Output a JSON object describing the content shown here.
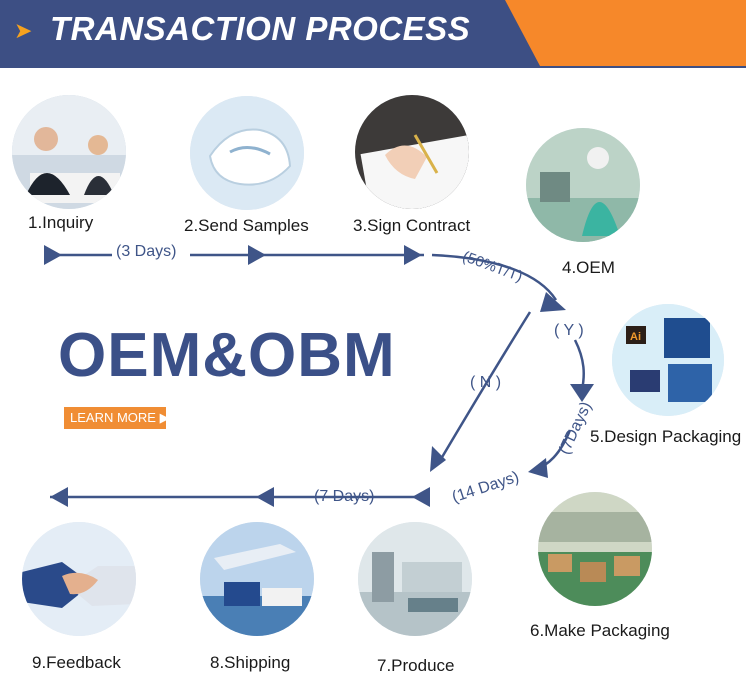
{
  "header": {
    "title": "TRANSACTION PROCESS"
  },
  "main": {
    "title": "OEM&OBM",
    "learn_more": "LEARN MORE ▶"
  },
  "steps": [
    {
      "label": "1.Inquiry"
    },
    {
      "label": "2.Send Samples"
    },
    {
      "label": "3.Sign Contract"
    },
    {
      "label": "4.OEM"
    },
    {
      "label": "5.Design Packaging"
    },
    {
      "label": "6.Make Packaging"
    },
    {
      "label": "7.Produce"
    },
    {
      "label": "8.Shipping"
    },
    {
      "label": "9.Feedback"
    }
  ],
  "flow_labels": {
    "days_3": "(3 Days)",
    "payment": "(50%T/T)",
    "yes": "( Y )",
    "no": "( N )",
    "days_7_design": "(7Days)",
    "days_14": "(14 Days)",
    "days_7_produce": "(7 Days)"
  },
  "colors": {
    "primary": "#3d4f84",
    "accent": "#f6882a",
    "arrow": "#3f5588"
  }
}
